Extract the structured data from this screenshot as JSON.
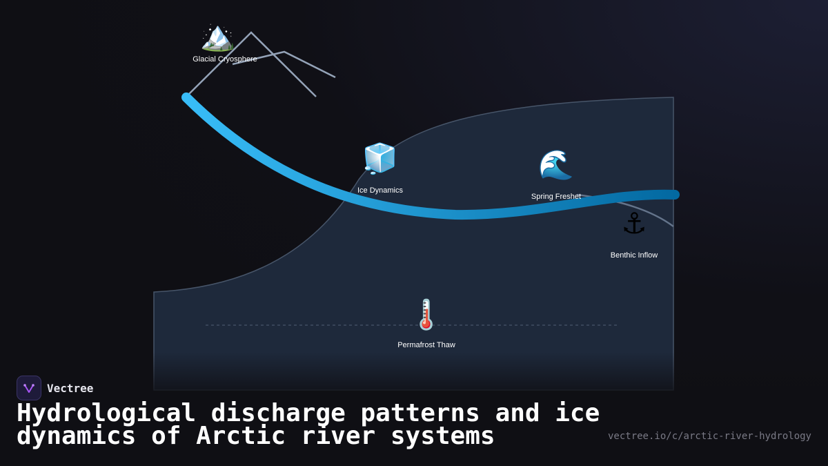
{
  "nodes": [
    {
      "id": "glacial-cryosphere",
      "icon": "mountain-snow-icon",
      "emoji": "🏔️",
      "label": "Glacial Cryosphere"
    },
    {
      "id": "ice-dynamics",
      "icon": "ice-cube-icon",
      "emoji": "🧊",
      "label": "Ice Dynamics"
    },
    {
      "id": "spring-freshet",
      "icon": "wave-icon",
      "emoji": "🌊",
      "label": "Spring Freshet"
    },
    {
      "id": "benthic-inflow",
      "icon": "anchor-icon",
      "emoji": "⚓",
      "label": "Benthic Inflow"
    },
    {
      "id": "permafrost-thaw",
      "icon": "thermometer-icon",
      "emoji": "🌡️",
      "label": "Permafrost Thaw"
    }
  ],
  "brand": {
    "name": "Vectree",
    "logo_icon": "vectree-logo-icon"
  },
  "title": "Hydrological discharge patterns and ice dynamics of Arctic river systems",
  "url": "vectree.io/c/arctic-river-hydrology",
  "colors": {
    "background": "#0f0f14",
    "basin_fill": "#1e293b",
    "basin_stroke": "#475569",
    "river_start": "#38bdf8",
    "river_end": "#0369a1",
    "mountain_line": "#94a3b8",
    "logo_accent": "#a855f7"
  }
}
